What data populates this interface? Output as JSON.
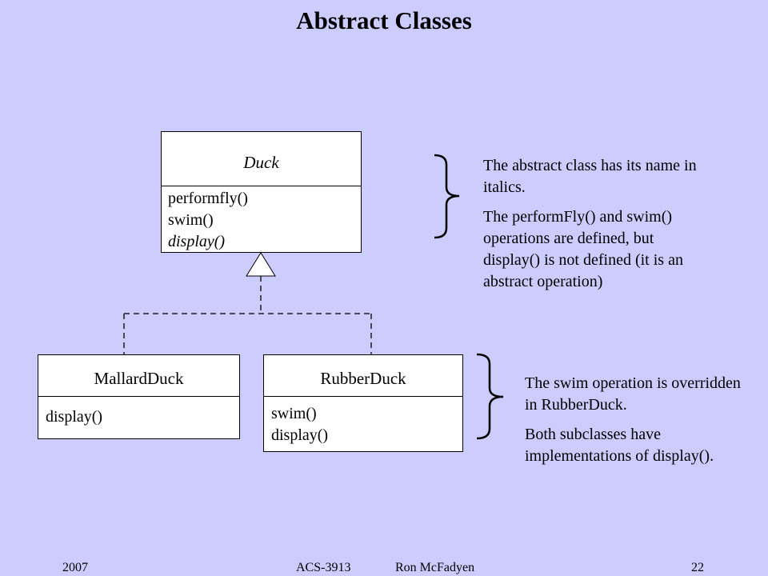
{
  "slide": {
    "title": "Abstract Classes"
  },
  "diagram": {
    "classes": {
      "duck": {
        "name": "Duck",
        "operations": [
          "performfly()",
          "swim()",
          "display()"
        ]
      },
      "mallard_duck": {
        "name": "MallardDuck",
        "operations": [
          "display()"
        ]
      },
      "rubber_duck": {
        "name": "RubberDuck",
        "operations": [
          "swim()",
          "display()"
        ]
      }
    },
    "notes": {
      "abstract": [
        "The abstract class has its name in italics.",
        "The performFly() and swim() operations are defined, but display() is not defined (it is an abstract operation)"
      ],
      "subclasses": [
        "The swim operation is overridden in RubberDuck.",
        "Both subclasses have implementations of display()."
      ]
    }
  },
  "footer": {
    "year": "2007",
    "course": "ACS-3913",
    "author": "Ron McFadyen",
    "page": "22"
  }
}
